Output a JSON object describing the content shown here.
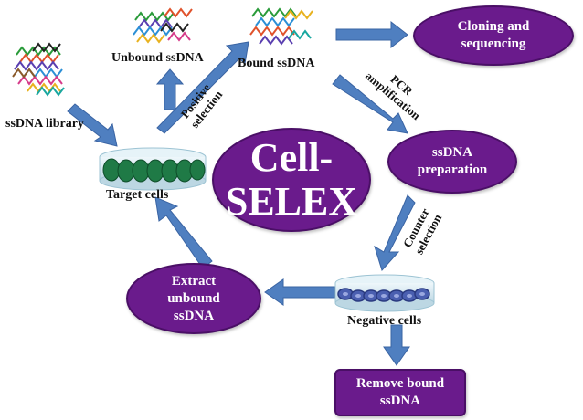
{
  "center": {
    "line1": "Cell-",
    "line2": "SELEX"
  },
  "nodes": {
    "cloning": {
      "line1": "Cloning and",
      "line2": "sequencing"
    },
    "ssdna_prep": {
      "line1": "ssDNA",
      "line2": "preparation"
    },
    "extract": {
      "line1": "Extract",
      "line2": "unbound",
      "line3": "ssDNA"
    },
    "remove": {
      "line1": "Remove bound",
      "line2": "ssDNA"
    }
  },
  "labels": {
    "ssdna_library": "ssDNA library",
    "unbound_ssdna": "Unbound ssDNA",
    "bound_ssdna": "Bound ssDNA",
    "target_cells": "Target cells",
    "negative_cells": "Negative cells"
  },
  "edge_labels": {
    "positive": {
      "line1": "Positive",
      "line2": "selection"
    },
    "pcr": {
      "line1": "PCR",
      "line2": "amplification"
    },
    "counter": {
      "line1": "Counter",
      "line2": "selection"
    }
  },
  "colors": {
    "node_fill": "#6a1b8c",
    "arrow": "#4f7fc0",
    "arrow_stroke": "#3a64a3",
    "cell_green": "#1f7a46",
    "cell_blue": "#4a5fb0",
    "dish": "#d9ecf3"
  }
}
